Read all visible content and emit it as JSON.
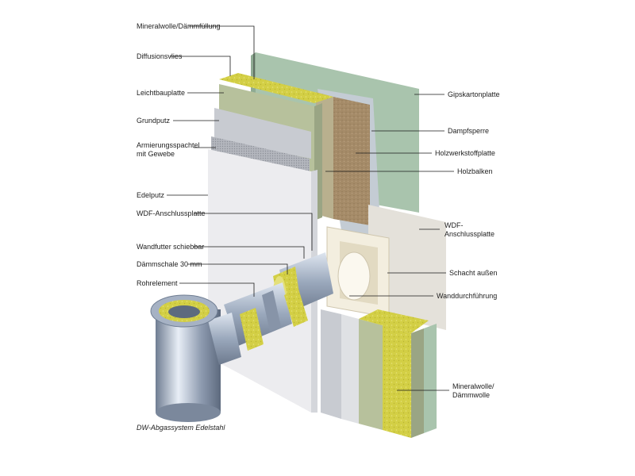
{
  "labels_left": {
    "mineralwolle_daemmfuellung": "Mineralwolle/Dämmfüllung",
    "diffusionsvlies": "Diffusionsvlies",
    "leichtbauplatte": "Leichtbauplatte",
    "grundputz": "Grundputz",
    "armierungsspachtel_1": "Armierungsspachtel",
    "armierungsspachtel_2": "mit Gewebe",
    "edelputz": "Edelputz",
    "wdf_anschlussplatte": "WDF-Anschlussplatte",
    "wandfutter": "Wandfutter schiebbar",
    "daemmschale": "Dämmschale 30 mm",
    "rohrelement": "Rohrelement"
  },
  "labels_right": {
    "gipskartonplatte": "Gipskartonplatte",
    "dampfsperre": "Dampfsperre",
    "holzwerkstoffplatte": "Holzwerkstoffplatte",
    "holzbalken": "Holzbalken",
    "wdf_anschlussplatte_1": "WDF-",
    "wdf_anschlussplatte_2": "Anschlussplatte",
    "schacht_aussen": "Schacht außen",
    "wanddurchfuehrung": "Wanddurchführung",
    "mineralwolle_daemmwolle_1": "Mineralwolle/",
    "mineralwolle_daemmwolle_2": "Dämmwolle"
  },
  "caption": "DW-Abgassystem Edelstahl",
  "colors": {
    "gipskarton": "#a9c4ad",
    "dampfsperre": "#c9d2d8",
    "holzwerkstoff": "#a88f6d",
    "holzbalken": "#cfc8b8",
    "mineralwolle": "#d6d34c",
    "leichtbauplatte": "#b9c4a2",
    "grundputz": "#c9ccd2",
    "edelputz": "#ececef",
    "steel": "#b8c4d6"
  }
}
